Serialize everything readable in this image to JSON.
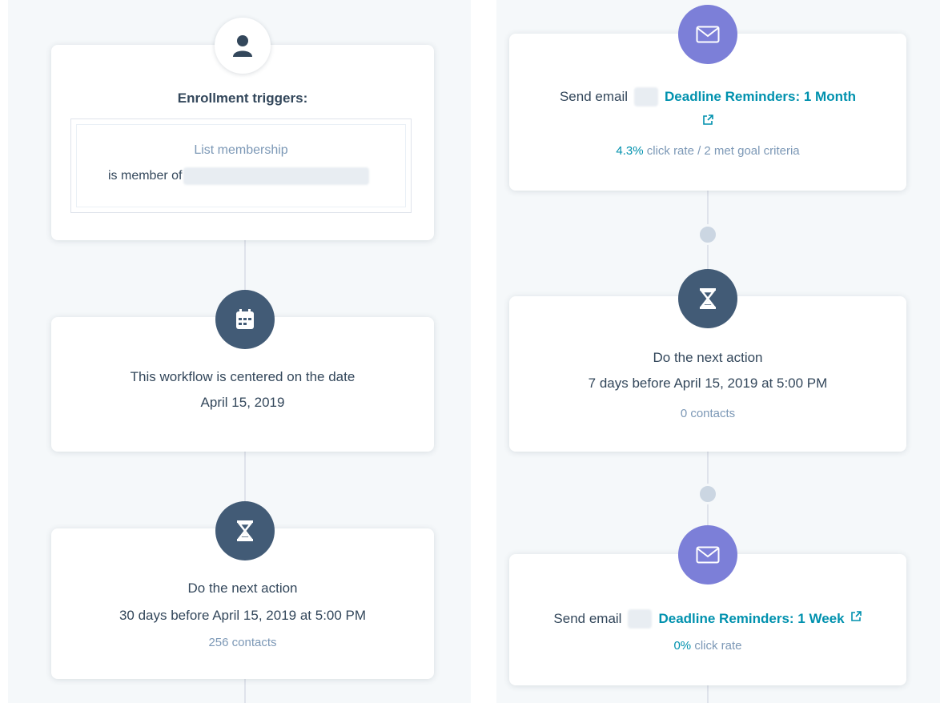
{
  "left": {
    "enrollment": {
      "title": "Enrollment triggers:",
      "filter_label": "List membership",
      "filter_text": "is member of"
    },
    "date_center": {
      "line1": "This workflow is centered on the date",
      "line2": "April 15, 2019"
    },
    "delay": {
      "title": "Do the next action",
      "detail": "30 days before April 15, 2019 at 5:00 PM",
      "count": "256 contacts"
    }
  },
  "right": {
    "email1": {
      "prefix": "Send email",
      "name": "Deadline Reminders: 1 Month",
      "rate": "4.3%",
      "rate_suffix": "click rate / 2 met goal criteria"
    },
    "delay": {
      "title": "Do the next action",
      "detail": "7 days before April 15, 2019 at 5:00 PM",
      "count": "0 contacts"
    },
    "email2": {
      "prefix": "Send email",
      "name": "Deadline Reminders: 1 Week",
      "rate": "0%",
      "rate_suffix": "click rate"
    }
  },
  "icons": {
    "contact": "contact-icon",
    "calendar": "calendar-icon",
    "hourglass": "hourglass-icon",
    "email": "email-icon",
    "external": "external-link-icon"
  },
  "colors": {
    "navy": "#425b76",
    "purple": "#7c7fd8",
    "teal": "#0091ae",
    "panel": "#f5f8fa"
  }
}
